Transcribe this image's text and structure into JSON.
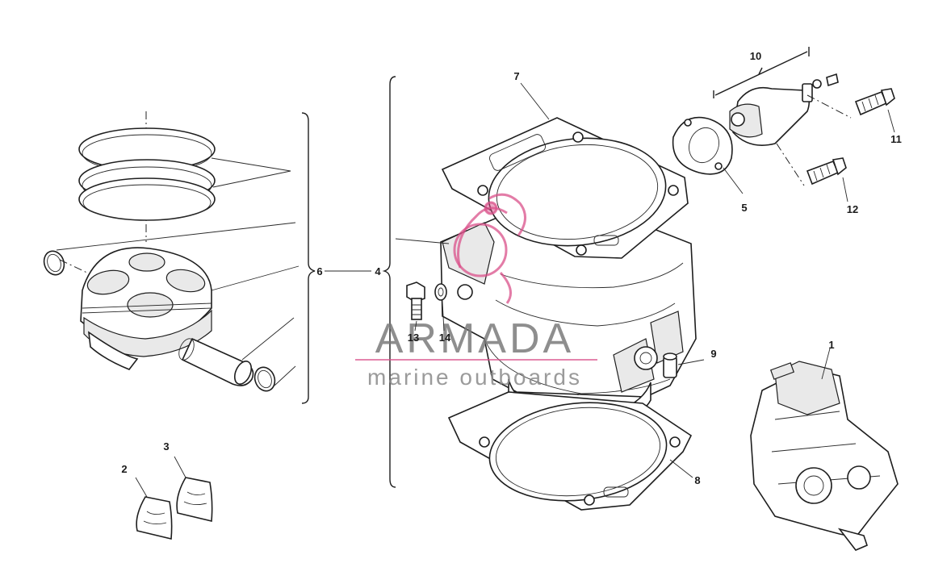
{
  "watermark": {
    "brand": "ARMADA",
    "tagline": "marine outboards",
    "accent_color": "#d9508a",
    "text_color": "#7a7a7a"
  },
  "callouts": {
    "c1": "1",
    "c2": "2",
    "c3": "3",
    "c4": "4",
    "c5": "5",
    "c6": "6",
    "c7": "7",
    "c8": "8",
    "c9": "9",
    "c10": "10",
    "c11": "11",
    "c12": "12",
    "c13": "13",
    "c14": "14"
  }
}
